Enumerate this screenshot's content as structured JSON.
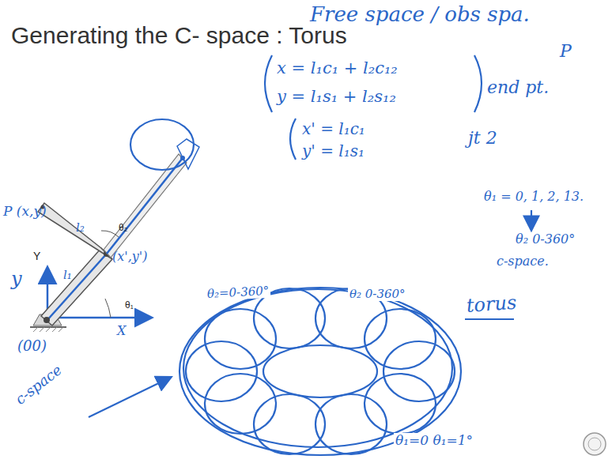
{
  "diagram": {
    "title": "Generating the C- space : Torus",
    "labels": [
      "Free space / obs spa.",
      "P",
      "x = l₁c₁ + l₂c₁₂",
      "y = l₁s₁ + l₂s₁₂",
      "end pt.",
      "x' = l₁c₁",
      "y' = l₁s₁",
      "jt 2",
      "θ₁ = 0, 1, 2, 13.",
      "θ₂ 0-360°",
      "c-space.",
      "torus",
      "θ₁=0 θ₁=1°",
      "θ₂=0-360°",
      "θ₂ 0-360°",
      "P (x,y)",
      "l₂",
      "l₁",
      "y",
      "Y",
      "θ₂",
      "θ₁",
      "(x',y')",
      "(00)",
      "X",
      "c-space"
    ]
  }
}
